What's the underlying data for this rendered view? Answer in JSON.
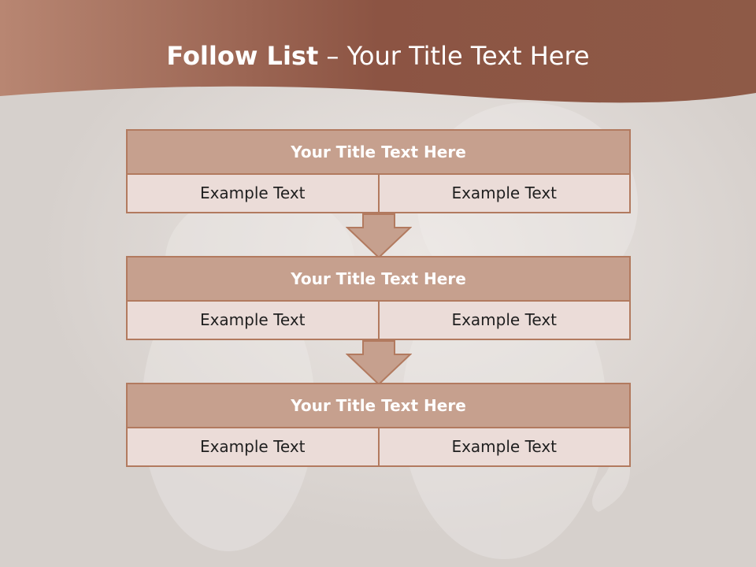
{
  "slide": {
    "title_bold": "Follow List",
    "title_rest": "– Your Title Text Here"
  },
  "blocks": [
    {
      "title": "Your Title Text Here",
      "left": "Example Text",
      "right": "Example Text"
    },
    {
      "title": "Your Title Text Here",
      "left": "Example Text",
      "right": "Example Text"
    },
    {
      "title": "Your Title Text Here",
      "left": "Example Text",
      "right": "Example Text"
    }
  ],
  "colors": {
    "banner": "#9d6651",
    "header_fill": "#c6a08e",
    "cell_fill": "#ebdcd8",
    "border": "#b27a5f"
  },
  "icons": [
    "down-arrow-icon",
    "down-arrow-icon"
  ]
}
